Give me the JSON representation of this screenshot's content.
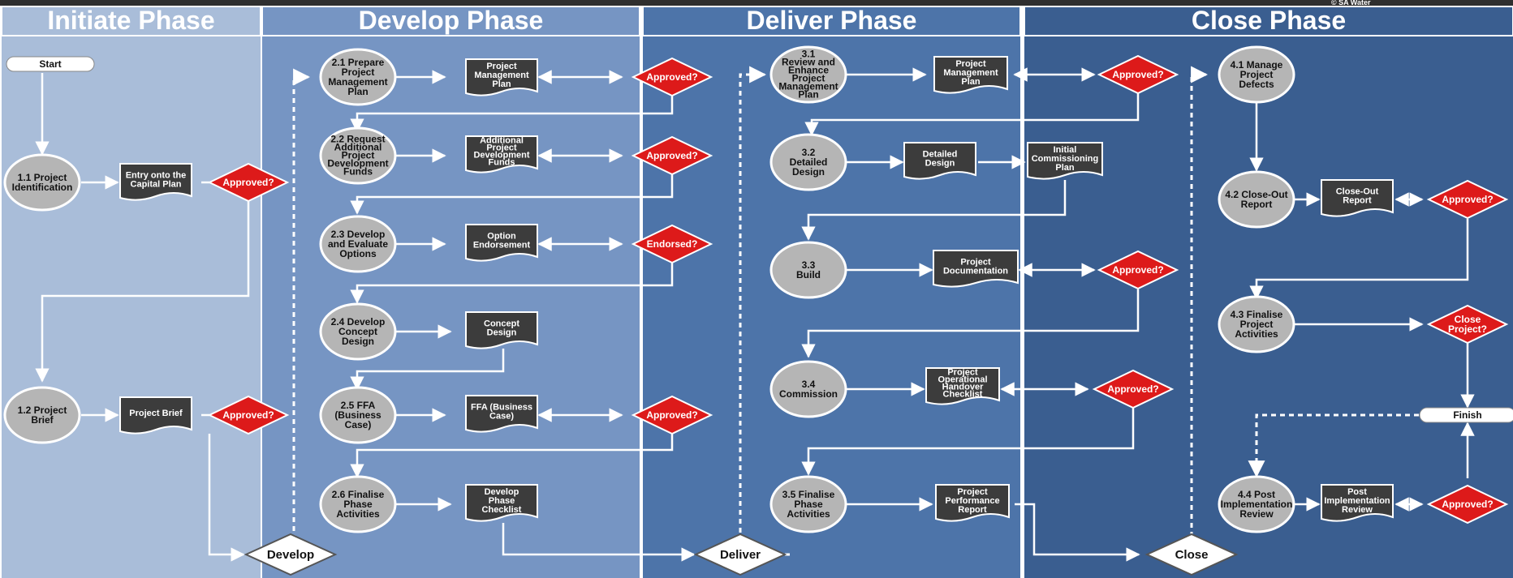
{
  "copyright": "© SA Water",
  "phases": [
    {
      "title": "Initiate Phase",
      "color": "#a9bdd9"
    },
    {
      "title": "Develop Phase",
      "color": "#7695c3"
    },
    {
      "title": "Deliver Phase",
      "color": "#4d74a9"
    },
    {
      "title": "Close Phase",
      "color": "#3a5e90"
    }
  ],
  "colors": {
    "process": "#b5b5b5",
    "document": "#3c3c3c",
    "decision": "#dd1a1a",
    "header_bar": "#2f2f2f"
  },
  "initiate": {
    "start": "Start",
    "p1": [
      "1.1 Project",
      "Identification"
    ],
    "d1": [
      "Entry onto the",
      "Capital Plan"
    ],
    "q1": "Approved?",
    "p2": [
      "1.2 Project",
      "Brief"
    ],
    "d2": [
      "Project Brief"
    ],
    "q2": "Approved?",
    "gate": "Develop"
  },
  "develop": {
    "p1": [
      "2.1 Prepare",
      "Project",
      "Management",
      "Plan"
    ],
    "d1": [
      "Project",
      "Management",
      "Plan"
    ],
    "q1": "Approved?",
    "p2": [
      "2.2 Request",
      "Additional",
      "Project",
      "Development",
      "Funds"
    ],
    "d2": [
      "Additional",
      "Project",
      "Development",
      "Funds"
    ],
    "q2": "Approved?",
    "p3": [
      "2.3 Develop",
      "and Evaluate",
      "Options"
    ],
    "d3": [
      "Option",
      "Endorsement"
    ],
    "q3": "Endorsed?",
    "p4": [
      "2.4 Develop",
      "Concept",
      "Design"
    ],
    "d4": [
      "Concept",
      "Design"
    ],
    "p5": [
      "2.5 FFA",
      "(Business",
      "Case)"
    ],
    "d5": [
      "FFA (Business",
      "Case)"
    ],
    "q5": "Approved?",
    "p6": [
      "2.6 Finalise",
      "Phase",
      "Activities"
    ],
    "d6": [
      "Develop",
      "Phase",
      "Checklist"
    ],
    "gate": "Deliver"
  },
  "deliver": {
    "p1": [
      "3.1",
      "Review and",
      "Enhance",
      "Project",
      "Management",
      "Plan"
    ],
    "d1": [
      "Project",
      "Management",
      "Plan"
    ],
    "q1": "Approved?",
    "p2": [
      "3.2",
      "Detailed",
      "Design"
    ],
    "d2a": [
      "Detailed",
      "Design"
    ],
    "d2b": [
      "Initial",
      "Commissioning",
      "Plan"
    ],
    "p3": [
      "3.3",
      "Build"
    ],
    "d3": [
      "Project",
      "Documentation"
    ],
    "q3": "Approved?",
    "p4": [
      "3.4",
      "Commission"
    ],
    "d4": [
      "Project",
      "Operational",
      "Handover",
      "Checklist"
    ],
    "q4": "Approved?",
    "p5": [
      "3.5 Finalise",
      "Phase",
      "Activities"
    ],
    "d5": [
      "Project",
      "Performance",
      "Report"
    ],
    "gate": "Close"
  },
  "close": {
    "p1": [
      "4.1 Manage",
      "Project",
      "Defects"
    ],
    "p2": [
      "4.2 Close-Out",
      "Report"
    ],
    "d2": [
      "Close-Out",
      "Report"
    ],
    "q2": "Approved?",
    "p3": [
      "4.3 Finalise",
      "Project",
      "Activities"
    ],
    "q3": [
      "Close",
      "Project?"
    ],
    "finish": "Finish",
    "p4": [
      "4.4 Post",
      "Implementation",
      "Review"
    ],
    "d4": [
      "Post",
      "Implementation",
      "Review"
    ],
    "q4": "Approved?"
  }
}
